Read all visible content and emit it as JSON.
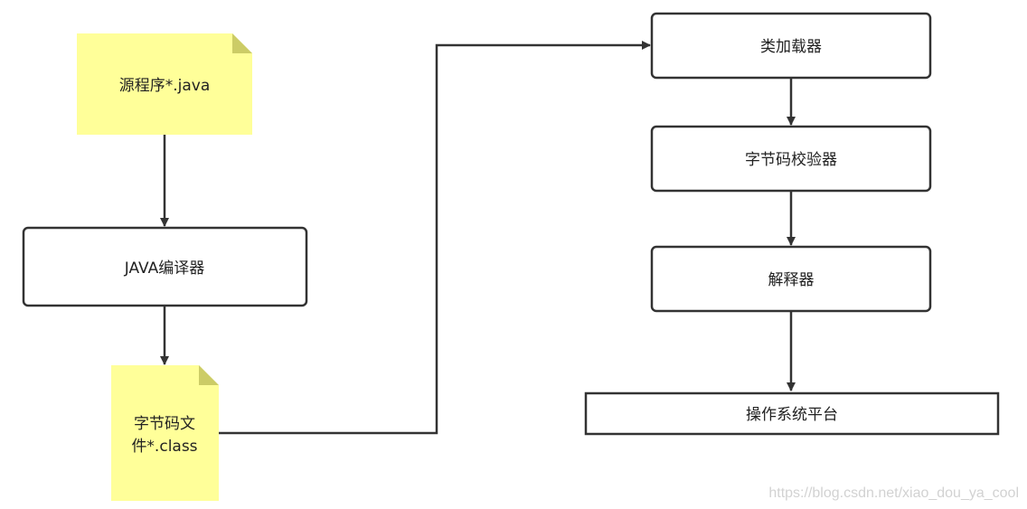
{
  "nodes": {
    "source_note": "源程序*.java",
    "compiler": "JAVA编译器",
    "bytecode_note_line1": "字节码文",
    "bytecode_note_line2": "件*.class",
    "class_loader": "类加载器",
    "bytecode_verifier": "字节码校验器",
    "interpreter": "解释器",
    "os_platform": "操作系统平台"
  },
  "watermark": "https://blog.csdn.net/xiao_dou_ya_cool",
  "colors": {
    "note_fill": "#ffff99",
    "note_fold": "#cccc66",
    "box_stroke": "#333333",
    "arrow": "#333333",
    "text": "#222222",
    "watermark": "#d2d2d2"
  }
}
